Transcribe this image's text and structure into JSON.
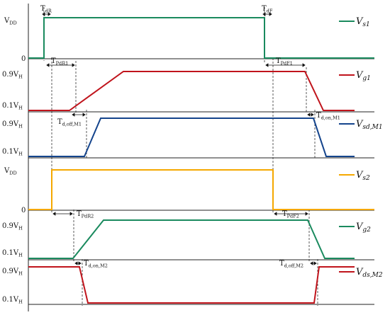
{
  "colors": {
    "s1": "#1a8a5e",
    "g1": "#c0141c",
    "sd_m1": "#14448c",
    "s2": "#f5a800",
    "g2": "#1a8a5e",
    "ds_m2": "#c0141c",
    "axis": "#222222",
    "guide": "#333333"
  },
  "panels": [
    {
      "id": "vs1",
      "y_labels": [
        {
          "main": "V",
          "sub": "DD"
        },
        {
          "main": "0",
          "sub": ""
        }
      ],
      "legend": {
        "main": "V",
        "sub": "s1"
      }
    },
    {
      "id": "vg1",
      "y_labels": [
        {
          "main": "0.9V",
          "sub": "H"
        },
        {
          "main": "0.1V",
          "sub": "H"
        }
      ],
      "legend": {
        "main": "V",
        "sub": "g1"
      }
    },
    {
      "id": "vsd_m1",
      "y_labels": [
        {
          "main": "0.9V",
          "sub": "H"
        },
        {
          "main": "0.1V",
          "sub": "H"
        }
      ],
      "legend": {
        "main": "V",
        "sub": "sd,M1"
      }
    },
    {
      "id": "vs2",
      "y_labels": [
        {
          "main": "V",
          "sub": "DD"
        },
        {
          "main": "0",
          "sub": ""
        }
      ],
      "legend": {
        "main": "V",
        "sub": "s2"
      }
    },
    {
      "id": "vg2",
      "y_labels": [
        {
          "main": "0.9V",
          "sub": "H"
        },
        {
          "main": "0.1V",
          "sub": "H"
        }
      ],
      "legend": {
        "main": "V",
        "sub": "g2"
      }
    },
    {
      "id": "vds_m2",
      "y_labels": [
        {
          "main": "0.9V",
          "sub": "H"
        },
        {
          "main": "0.1V",
          "sub": "H"
        }
      ],
      "legend": {
        "main": "V",
        "sub": "ds,M2"
      }
    }
  ],
  "timing_labels": [
    {
      "id": "tdr",
      "main": "T",
      "sub": "dR"
    },
    {
      "id": "tdf",
      "main": "T",
      "sub": "dF"
    },
    {
      "id": "tpdr1",
      "main": "T",
      "sub": "PdR1"
    },
    {
      "id": "tpdf1",
      "main": "T",
      "sub": "PdF1"
    },
    {
      "id": "tdoffm1",
      "main": "T",
      "sub": "d,off,M1"
    },
    {
      "id": "tdonm1",
      "main": "T",
      "sub": "d,on,M1"
    },
    {
      "id": "tpdr2",
      "main": "T",
      "sub": "PdR2"
    },
    {
      "id": "tpdf2",
      "main": "T",
      "sub": "PdF2"
    },
    {
      "id": "tdonm2",
      "main": "T",
      "sub": "d,on,M2"
    },
    {
      "id": "tdoffm2",
      "main": "T",
      "sub": "d,off,M2"
    }
  ]
}
